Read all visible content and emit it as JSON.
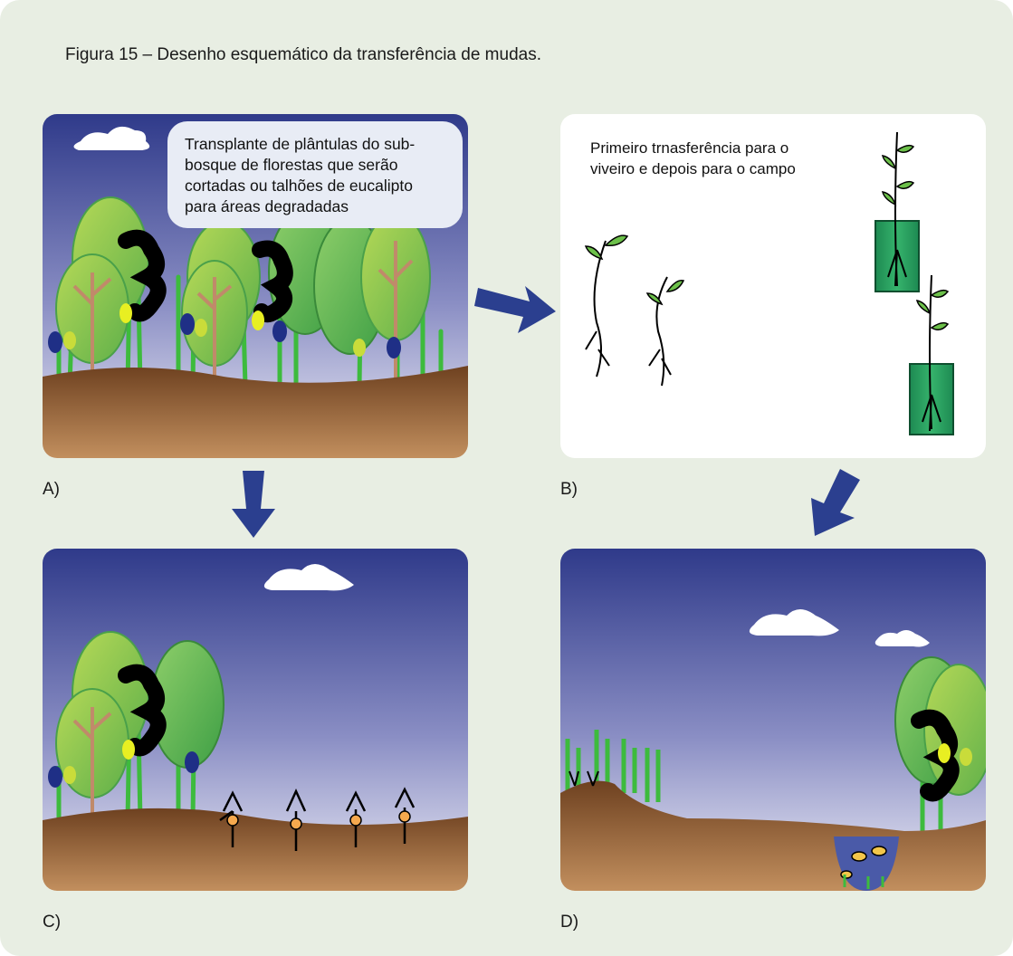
{
  "figure": {
    "caption": "Figura 15 – Desenho esquemático da transferência de mudas.",
    "panels": {
      "a": {
        "label": "A)",
        "note": "Transplante de plântulas do sub-\nbosque de florestas que serão\ncortadas ou talhões de eucalipto\npara áreas degradadas"
      },
      "b": {
        "label": "B)",
        "note": "Primeiro trnasferência para o\nviveiro e depois para o campo"
      },
      "c": {
        "label": "C)"
      },
      "d": {
        "label": "D)"
      }
    },
    "colors": {
      "sky_top": "#2f3c8c",
      "sky_bottom": "#e6e6f2",
      "soil": "#7a4a24",
      "leaf_green": "#7cc35a",
      "stem_green": "#3dbb3d",
      "arrow_blue": "#2b3f8f",
      "seedling_bag": "#2e9e5e"
    }
  }
}
